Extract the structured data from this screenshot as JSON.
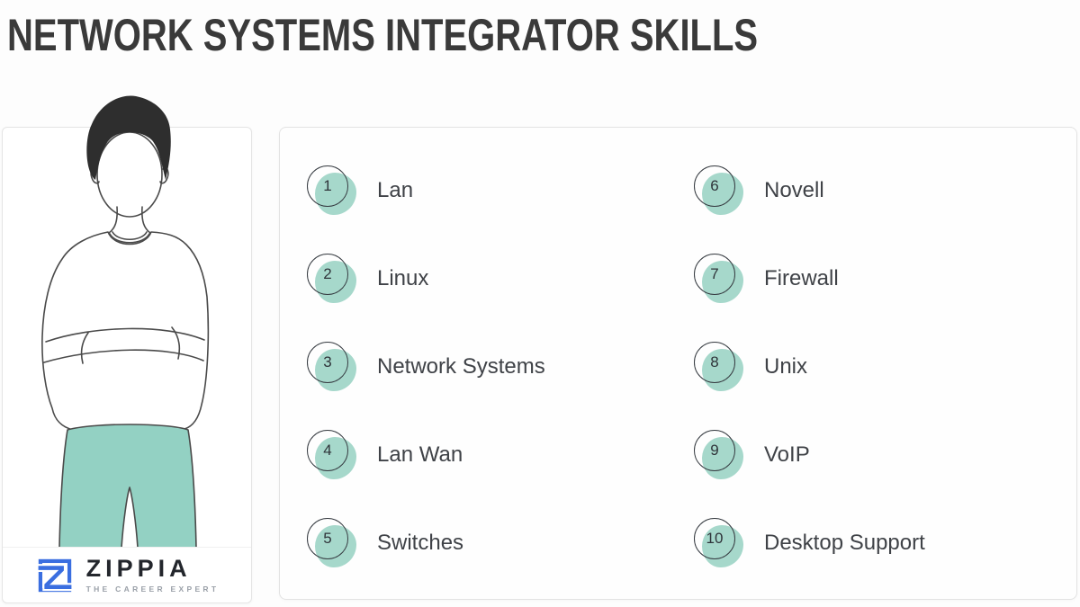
{
  "title": "NETWORK SYSTEMS INTEGRATOR SKILLS",
  "brand": {
    "wordmark": "ZIPPIA",
    "tagline": "THE CAREER EXPERT"
  },
  "colors": {
    "accent_teal": "#a6d8cb",
    "pants_teal": "#93d1c3",
    "logo_blue": "#3a6ee0",
    "title_text": "#3a3a3a",
    "body_text": "#3f4247",
    "card_border": "#e3e3e3",
    "background": "#fdfdfd"
  },
  "skills": [
    {
      "number": "1",
      "label": "Lan"
    },
    {
      "number": "2",
      "label": "Linux"
    },
    {
      "number": "3",
      "label": "Network Systems"
    },
    {
      "number": "4",
      "label": "Lan Wan"
    },
    {
      "number": "5",
      "label": "Switches"
    },
    {
      "number": "6",
      "label": "Novell"
    },
    {
      "number": "7",
      "label": "Firewall"
    },
    {
      "number": "8",
      "label": "Unix"
    },
    {
      "number": "9",
      "label": "VoIP"
    },
    {
      "number": "10",
      "label": "Desktop Support"
    }
  ]
}
